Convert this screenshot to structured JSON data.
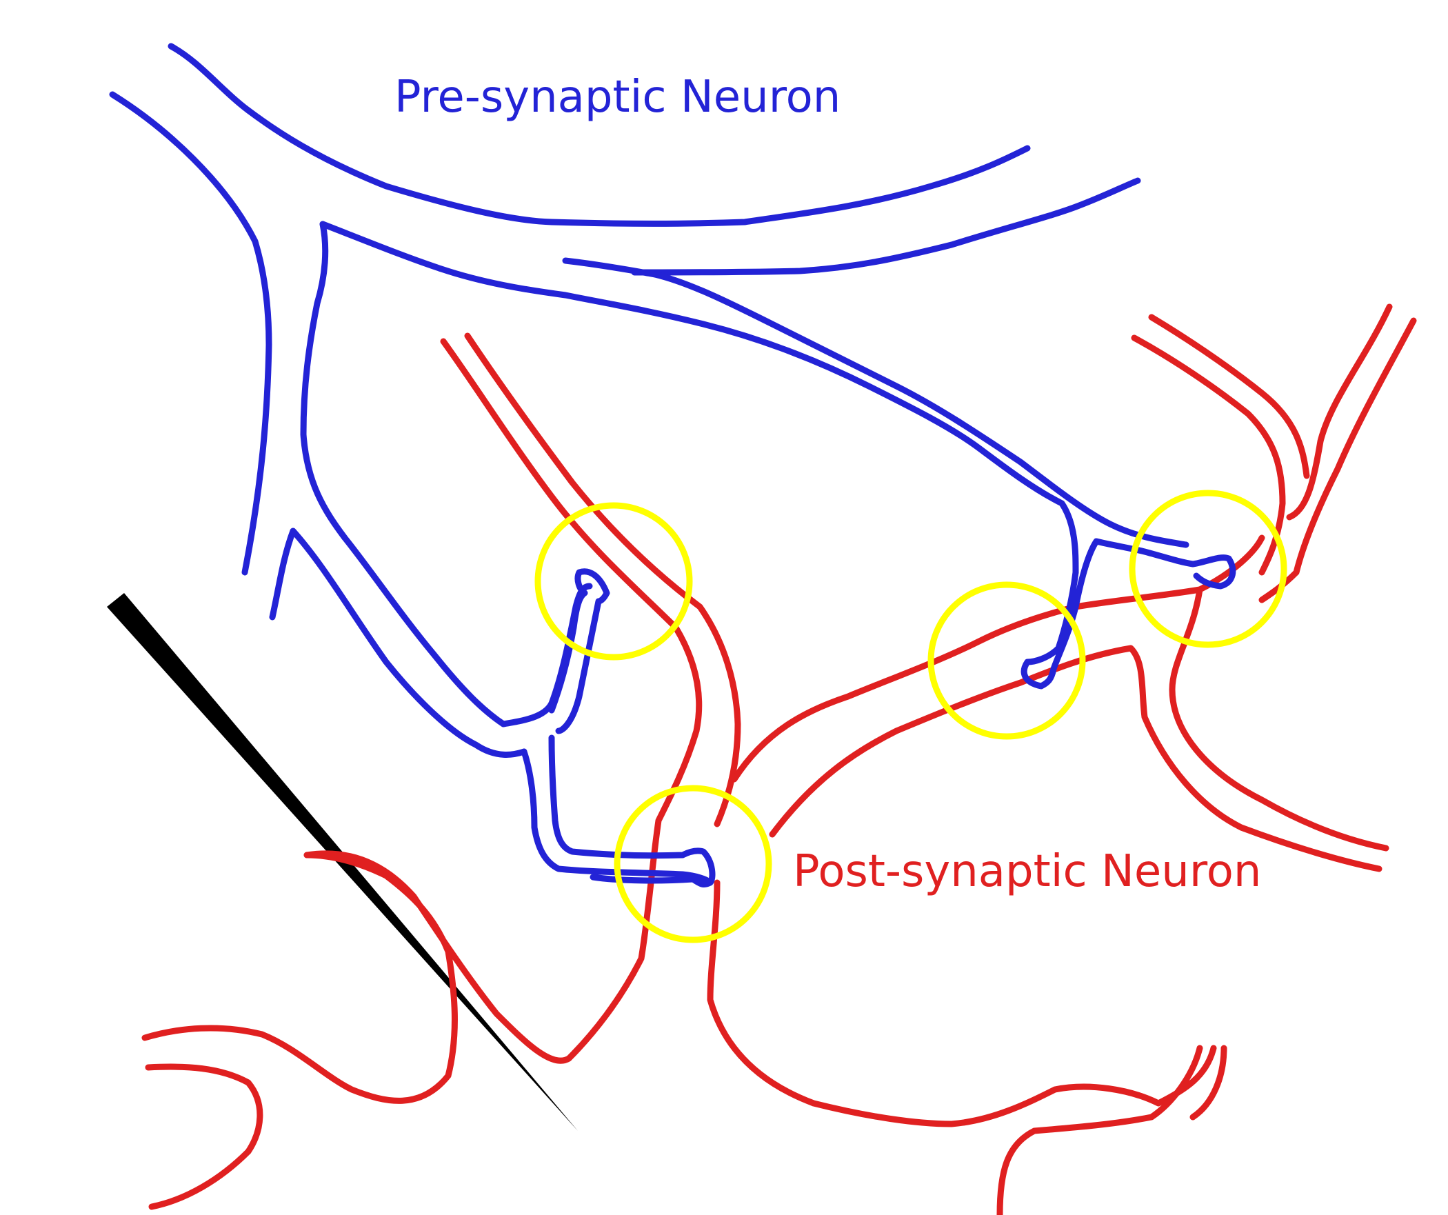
{
  "labels": {
    "pre": "Pre-synaptic Neuron",
    "post": "Post-synaptic Neuron"
  },
  "colors": {
    "pre": "#2323d6",
    "post": "#e02020",
    "synapse": "#ffff00",
    "electrode": "#000000",
    "background": "#ffffff"
  },
  "synapse_count": 4
}
